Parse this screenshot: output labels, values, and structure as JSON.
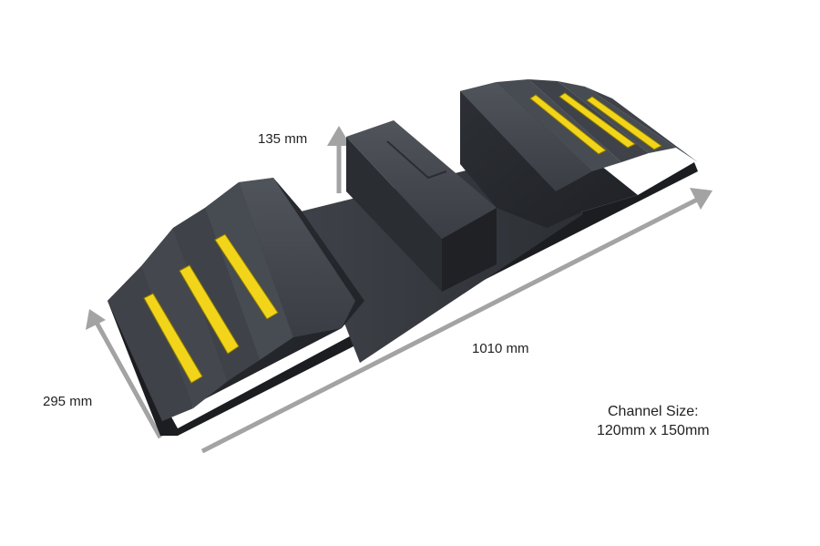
{
  "dimensions": {
    "height_label": "135 mm",
    "depth_label": "295 mm",
    "length_label": "1010 mm"
  },
  "channel": {
    "title": "Channel Size:",
    "value": "120mm x 150mm"
  },
  "colors": {
    "rubber_dark": "#25272b",
    "rubber_mid": "#34373c",
    "rubber_light": "#4a4e55",
    "reflective_stripe": "#f2d41a",
    "arrow": "#a3a3a3",
    "text": "#222222"
  }
}
